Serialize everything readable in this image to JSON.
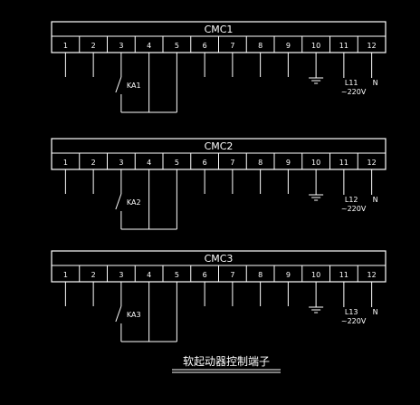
{
  "blocks": [
    {
      "title": "CMC1",
      "terminals": [
        "1",
        "2",
        "3",
        "4",
        "5",
        "6",
        "7",
        "8",
        "9",
        "10",
        "11",
        "12"
      ],
      "contact_label": "KA1",
      "line_label": "L11",
      "voltage_label": "~220V",
      "neutral_label": "N"
    },
    {
      "title": "CMC2",
      "terminals": [
        "1",
        "2",
        "3",
        "4",
        "5",
        "6",
        "7",
        "8",
        "9",
        "10",
        "11",
        "12"
      ],
      "contact_label": "KA2",
      "line_label": "L12",
      "voltage_label": "~220V",
      "neutral_label": "N"
    },
    {
      "title": "CMC3",
      "terminals": [
        "1",
        "2",
        "3",
        "4",
        "5",
        "6",
        "7",
        "8",
        "9",
        "10",
        "11",
        "12"
      ],
      "contact_label": "KA3",
      "line_label": "L13",
      "voltage_label": "~220V",
      "neutral_label": "N"
    }
  ],
  "footer": {
    "caption": "软起动器控制端子"
  },
  "colors": {
    "background": "#000000",
    "line": "#ffffff"
  }
}
